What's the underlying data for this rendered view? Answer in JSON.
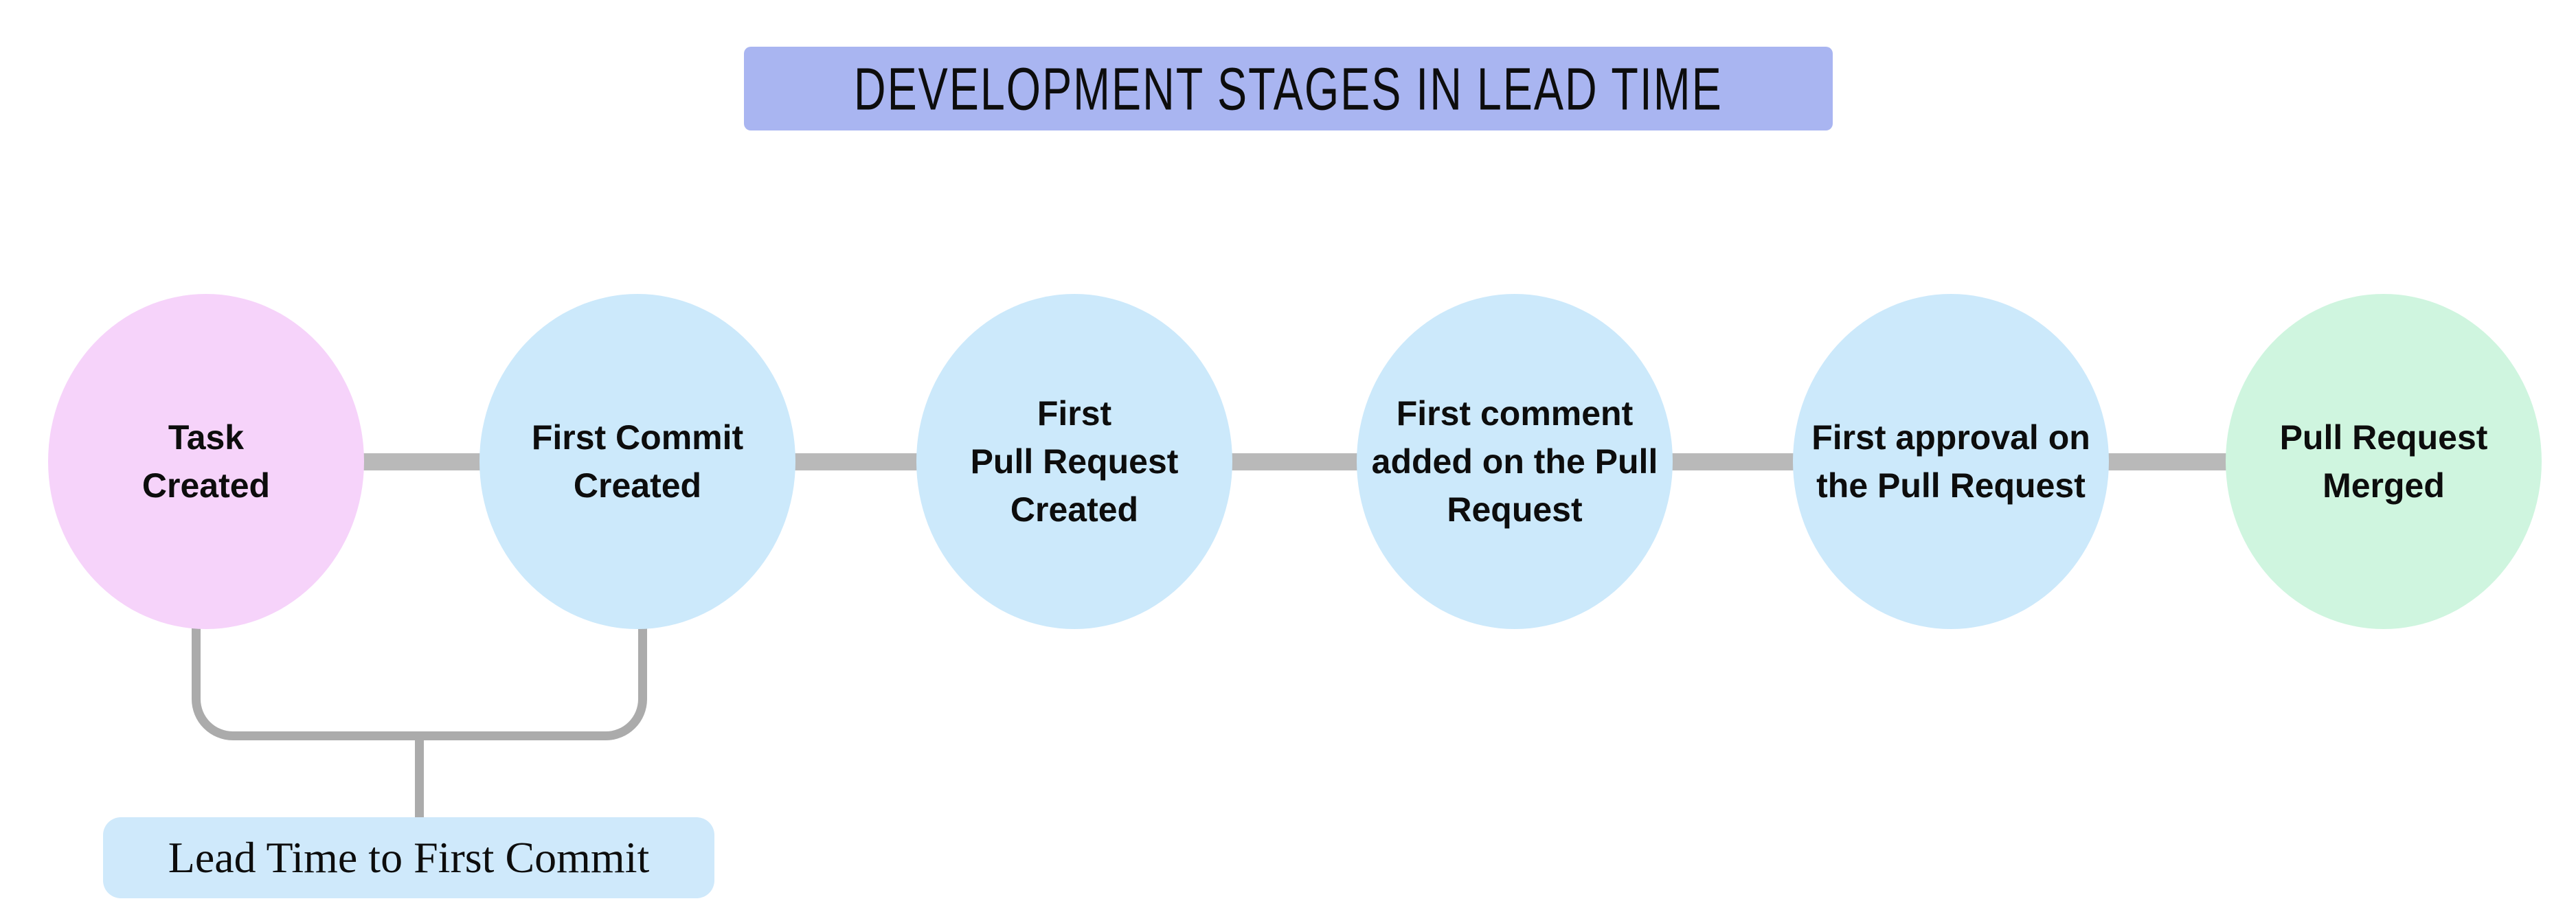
{
  "title": {
    "text": "DEVELOPMENT STAGES IN LEAD TIME",
    "bg": "#a9b5f1"
  },
  "connector": {
    "color": "#b9b9b9"
  },
  "bracket": {
    "color": "#ababab"
  },
  "annotation": {
    "text": "Lead Time to First Commit",
    "bg": "#cfe9fb"
  },
  "stages": [
    {
      "label": "Task\nCreated",
      "fill": "#f6d3fa"
    },
    {
      "label": "First Commit\nCreated",
      "fill": "#cce9fb"
    },
    {
      "label": "First\nPull Request\nCreated",
      "fill": "#cce9fb"
    },
    {
      "label": "First comment\nadded on the Pull\nRequest",
      "fill": "#cce9fb"
    },
    {
      "label": "First approval on\nthe Pull Request",
      "fill": "#cce9fb"
    },
    {
      "label": "Pull Request\nMerged",
      "fill": "#cff5df"
    }
  ]
}
